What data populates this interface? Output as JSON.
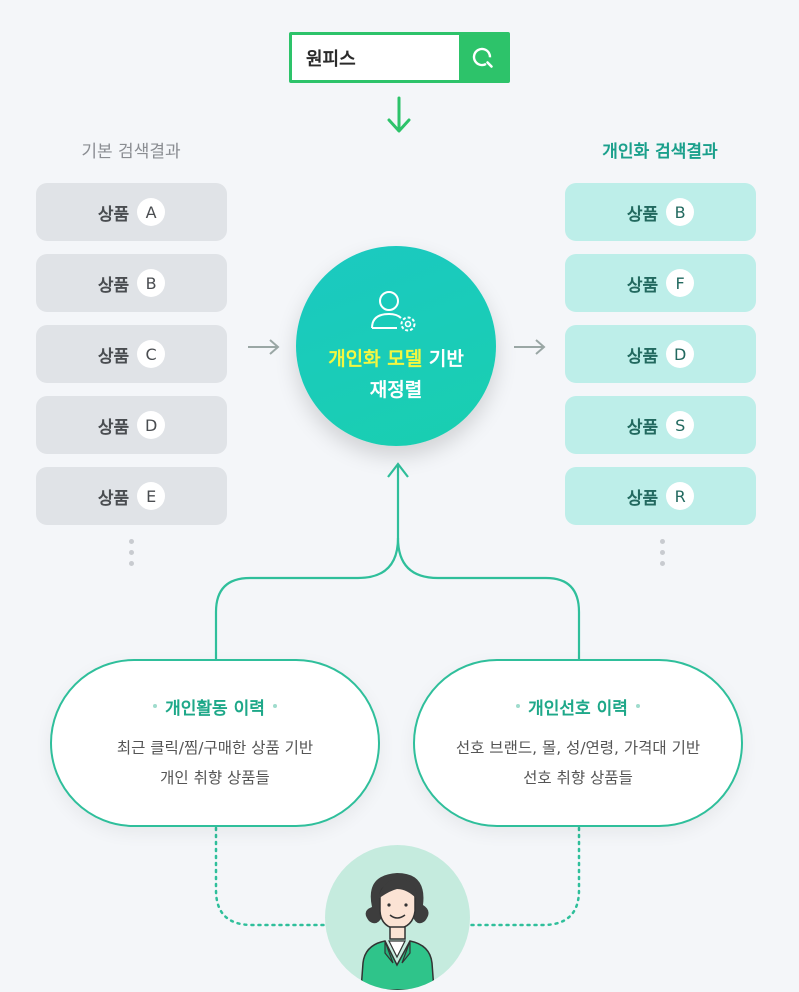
{
  "search": {
    "query": "원피스",
    "button_icon": "search-icon"
  },
  "colors": {
    "accent_green": "#2dc36a",
    "teal": "#1ecbb7",
    "teal_line": "#2fbf9b",
    "highlight_yellow": "#f4f740",
    "basic_item_bg": "#e0e3e7",
    "personal_item_bg": "#bdeee9"
  },
  "basic_results": {
    "title": "기본 검색결과",
    "items": [
      {
        "label": "상품",
        "badge": "A"
      },
      {
        "label": "상품",
        "badge": "B"
      },
      {
        "label": "상품",
        "badge": "C"
      },
      {
        "label": "상품",
        "badge": "D"
      },
      {
        "label": "상품",
        "badge": "E"
      }
    ]
  },
  "personal_results": {
    "title": "개인화 검색결과",
    "items": [
      {
        "label": "상품",
        "badge": "B"
      },
      {
        "label": "상품",
        "badge": "F"
      },
      {
        "label": "상품",
        "badge": "D"
      },
      {
        "label": "상품",
        "badge": "S"
      },
      {
        "label": "상품",
        "badge": "R"
      }
    ]
  },
  "center": {
    "icon": "user-gear-icon",
    "highlight": "개인화 모델",
    "line1_rest": " 기반",
    "line2": "재정렬"
  },
  "inputs": [
    {
      "title": "개인활동 이력",
      "desc_line1": "최근 클릭/찜/구매한 상품 기반",
      "desc_line2": "개인 취향 상품들"
    },
    {
      "title": "개인선호 이력",
      "desc_line1": "선호 브랜드, 몰, 성/연령, 가격대 기반",
      "desc_line2": "선호 취향 상품들"
    }
  ],
  "user": {
    "icon": "user-avatar-illustration"
  }
}
